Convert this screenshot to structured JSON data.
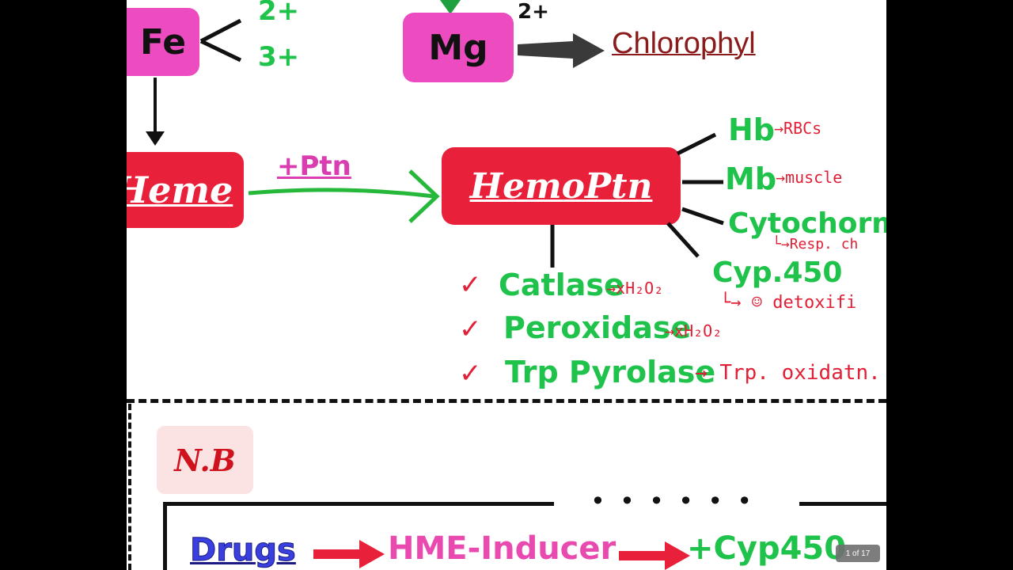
{
  "top": {
    "fe_label": "Fe",
    "fe_charge_a": "2+",
    "fe_charge_b": "3+",
    "mg_label": "Mg",
    "mg_charge": "2+",
    "chlorophyl": "Chlorophyl"
  },
  "middle": {
    "heme_label": "Heme",
    "ptn_label": "+Ptn",
    "hemoptn_label": "HemoPtn",
    "branches": [
      {
        "name": "Hb",
        "note": "RBCs"
      },
      {
        "name": "Mb",
        "note": "muscle"
      },
      {
        "name": "Cytochorme",
        "note": "Resp. ch"
      },
      {
        "name": "Cyp.450",
        "note": "detoxifi"
      }
    ],
    "enzymes": [
      {
        "check": "✓",
        "name": "Catlase",
        "note": "xH₂O₂"
      },
      {
        "check": "✓",
        "name": "Peroxidase",
        "note": "xH₂O₂"
      },
      {
        "check": "✓",
        "name": "Trp Pyrolase",
        "note": "Trp. oxidatn."
      }
    ]
  },
  "note_section": {
    "nb_label": "N.B",
    "dots": "• • • • • •",
    "drugs": "Drugs",
    "inducer": "HME-Inducer",
    "cyp": "+Cyp450"
  },
  "viewer": {
    "page_indicator": "1 of 17"
  },
  "colors": {
    "pink_box": "#ec4cc0",
    "red_box": "#e8203a",
    "green_text": "#1fc24a",
    "handwriting_red": "#e02036"
  }
}
